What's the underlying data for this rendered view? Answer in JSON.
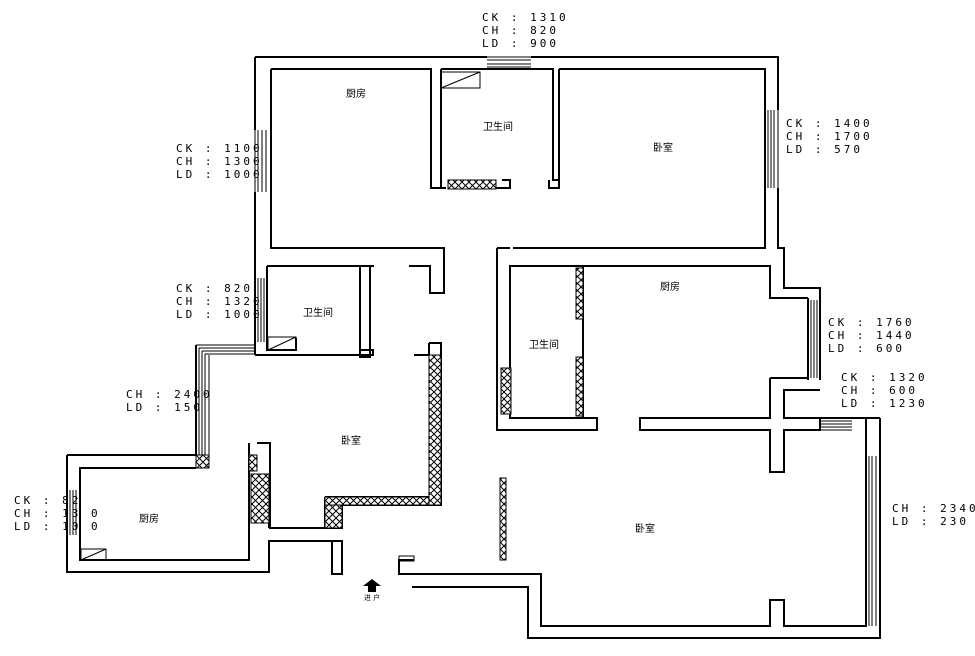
{
  "rooms": {
    "kitchen_top": "厨房",
    "bath_top": "卫生间",
    "bedroom_top_right": "卧室",
    "bath_mid_left": "卫生间",
    "bath_mid_right": "卫生间",
    "kitchen_mid_right": "厨房",
    "bedroom_left": "卧室",
    "kitchen_left": "厨房",
    "bedroom_bottom_right": "卧室"
  },
  "entrance": {
    "label": "进  户"
  },
  "annotations": {
    "top_window": [
      "CK : 1310",
      "CH : 820",
      "LD : 900"
    ],
    "left_upper_window": [
      "CK : 1100",
      "CH : 1300",
      "LD : 1000"
    ],
    "right_upper_window": [
      "CK : 1400",
      "CH : 1700",
      "LD : 570"
    ],
    "left_mid_window": [
      "CK : 820",
      "CH : 1320",
      "LD : 1000"
    ],
    "right_mid_window": [
      "CK : 1760",
      "CH : 1440",
      "LD : 600"
    ],
    "right_lower_window": [
      "CK : 1320",
      "CH : 600",
      "LD : 1230"
    ],
    "left_corner_window": [
      "CH : 2400",
      "LD : 150"
    ],
    "far_left_window": [
      "CK : 82",
      "CH : 13 0",
      "LD : 10 0"
    ],
    "right_bottom_window": [
      "CH : 2340",
      "LD : 230"
    ]
  }
}
